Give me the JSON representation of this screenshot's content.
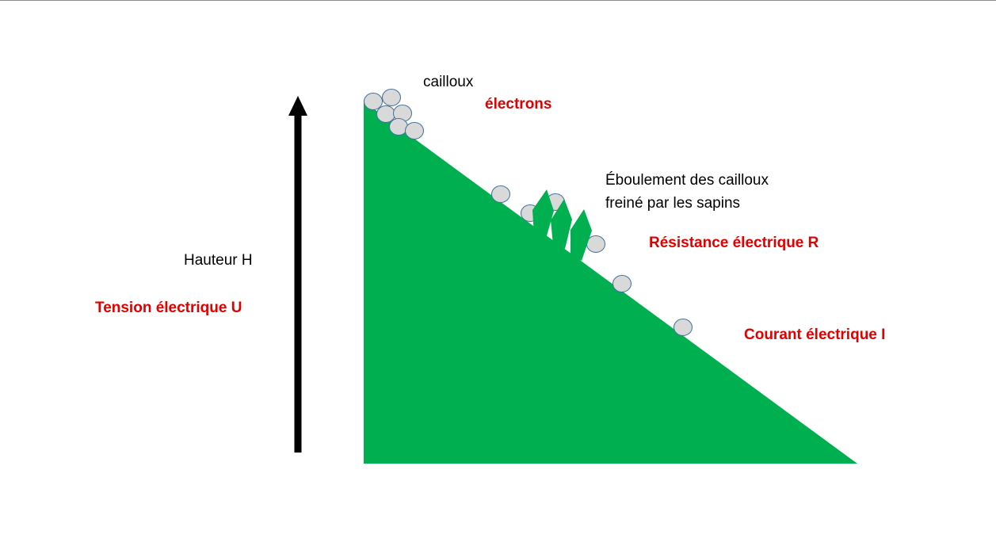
{
  "labels": {
    "cailloux": "cailloux",
    "electrons": "électrons",
    "eboulement_line1": "Éboulement des cailloux",
    "eboulement_line2": "freiné par les sapins",
    "resistance": "Résistance électrique R",
    "hauteur": "Hauteur H",
    "tension": "Tension électrique U",
    "courant": "Courant électrique I"
  },
  "colors": {
    "slope": "#00b050",
    "trees": "#00b050",
    "pebble_fill": "#d9d9d9",
    "pebble_stroke": "#41719c",
    "arrow": "#000000",
    "highlight_text": "#e00000",
    "plain_text": "#000000"
  },
  "icons": {
    "arrow": "up-arrow",
    "pebble": "pebble-circle",
    "tree": "fir-tree"
  }
}
